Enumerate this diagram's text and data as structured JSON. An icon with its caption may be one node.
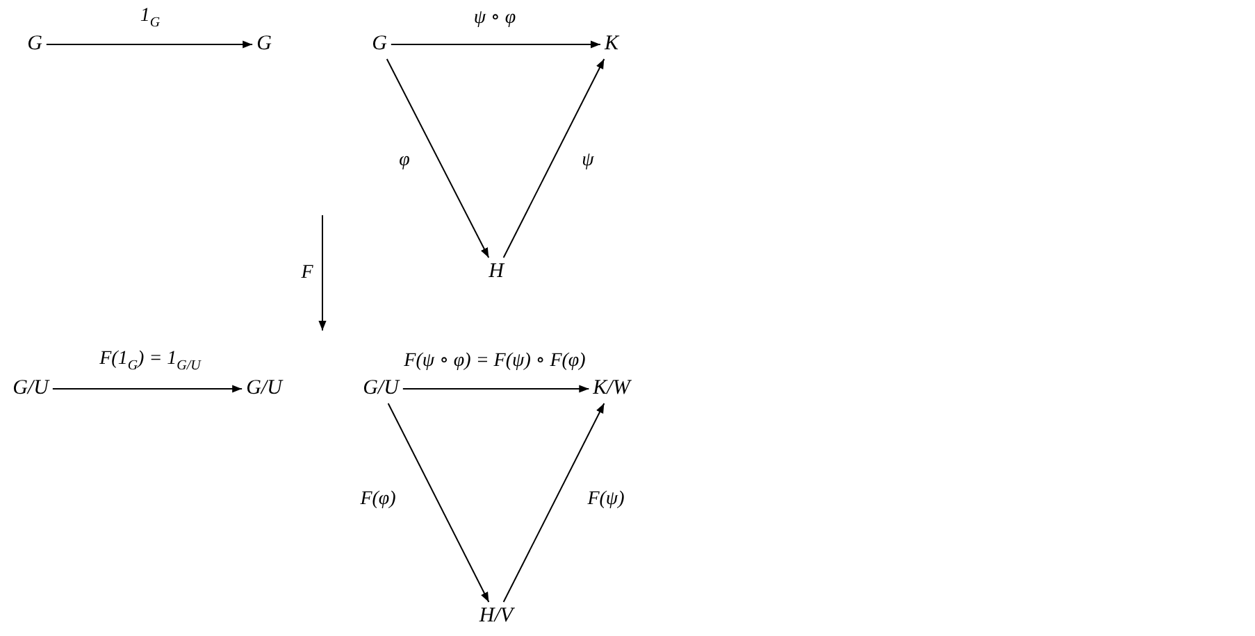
{
  "diagram": {
    "nodes": [
      {
        "text": [
          "G"
        ]
      },
      {
        "text": [
          "G"
        ]
      },
      {
        "text": [
          "G"
        ]
      },
      {
        "text": [
          "K"
        ]
      },
      {
        "text": [
          "H"
        ]
      },
      {
        "text": [
          "G/U"
        ]
      },
      {
        "text": [
          "G/U"
        ]
      },
      {
        "text": [
          "G/U"
        ]
      },
      {
        "text": [
          "K/W"
        ]
      },
      {
        "text": [
          "H/V"
        ]
      }
    ],
    "edges": [
      {
        "from": 0,
        "to": 1,
        "arrow": "to",
        "label": "1$_{G}$"
      },
      {
        "from": 2,
        "to": 3,
        "arrow": "to",
        "label": "ψ ∘ φ"
      },
      {
        "from": 2,
        "to": 4,
        "arrow": "to",
        "label": "φ"
      },
      {
        "from": 4,
        "to": 3,
        "arrow": "to",
        "label": "ψ"
      },
      {
        "from": 5,
        "to": 6,
        "arrow": "to",
        "label": "F(1$_{G}$) = 1$_{G/U}$"
      },
      {
        "from": 7,
        "to": 8,
        "arrow": "to",
        "label": "F(ψ ∘ φ) = F(ψ) ∘ F(φ)"
      },
      {
        "from": 7,
        "to": 9,
        "arrow": "to",
        "label": "F(φ)"
      },
      {
        "from": 9,
        "to": 8,
        "arrow": "to",
        "label": "F(ψ)"
      }
    ],
    "labels": [
      "F"
    ]
  }
}
